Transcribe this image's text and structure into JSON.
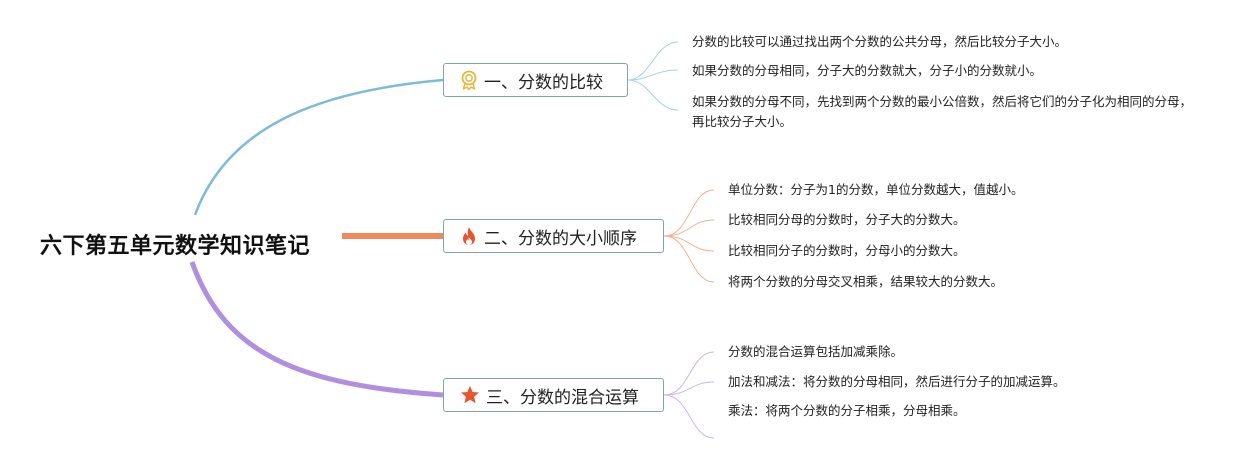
{
  "root": {
    "title": "六下第五单元数学知识笔记"
  },
  "branches": [
    {
      "label": "一、分数的比较",
      "icon": "award-ribbon-icon",
      "color": "#7bbcd8",
      "items": [
        "分数的比较可以通过找出两个分数的公共分母，然后比较分子大小。",
        "如果分数的分母相同，分子大的分数就大，分子小的分数就小。",
        "如果分数的分母不同，先找到两个分数的最小公倍数，然后将它们的分子化为相同的分母，再比较分子大小。"
      ]
    },
    {
      "label": "二、分数的大小顺序",
      "icon": "fire-icon",
      "color": "#f08a5d",
      "items": [
        "单位分数：分子为1的分数，单位分数越大，值越小。",
        "比较相同分母的分数时，分子大的分数大。",
        "比较相同分子的分数时，分母小的分数大。",
        "将两个分数的分母交叉相乘，结果较大的分数大。"
      ]
    },
    {
      "label": "三、分数的混合运算",
      "icon": "star-icon",
      "color": "#b08ee0",
      "items": [
        "分数的混合运算包括加减乘除。",
        "加法和减法：将分数的分母相同，然后进行分子的加减运算。",
        "乘法：将两个分数的分子相乘，分母相乘。"
      ]
    }
  ]
}
